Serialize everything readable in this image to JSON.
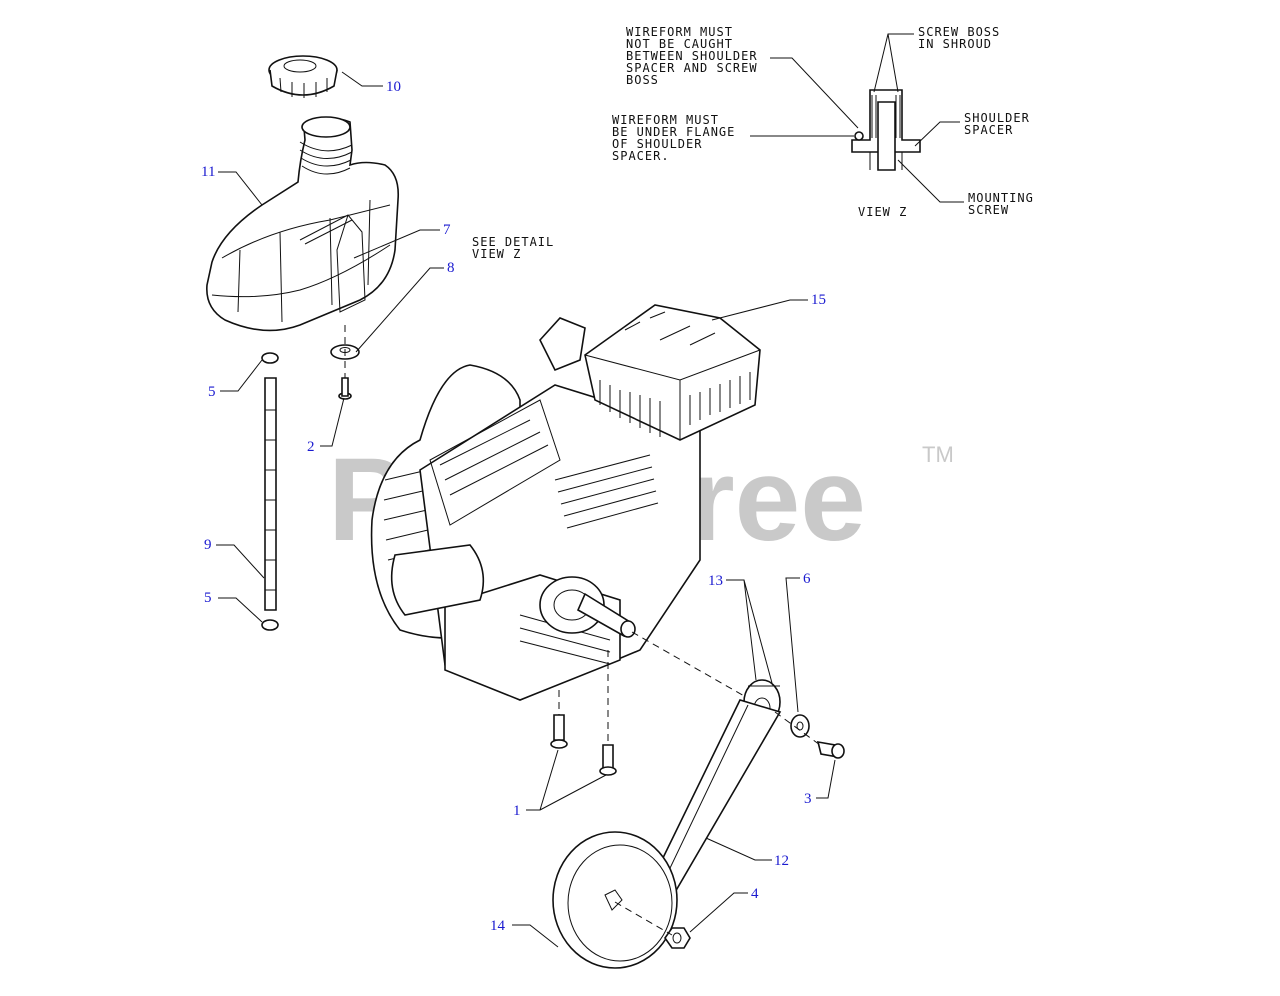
{
  "watermark": {
    "text": "PartsTree",
    "trademark": "TM"
  },
  "notes": {
    "wireform_caught": [
      "WIREFORM MUST",
      "NOT BE CAUGHT",
      "BETWEEN SHOULDER",
      "SPACER AND SCREW",
      "BOSS"
    ],
    "wireform_under": [
      "WIREFORM MUST",
      "BE UNDER FLANGE",
      "OF SHOULDER",
      "SPACER."
    ],
    "screw_boss": [
      "SCREW BOSS",
      "IN SHROUD"
    ],
    "shoulder_spacer": [
      "SHOULDER",
      "SPACER"
    ],
    "mounting_screw": [
      "MOUNTING",
      "SCREW"
    ],
    "view_z": "VIEW Z",
    "see_detail": [
      "SEE DETAIL",
      "VIEW Z"
    ]
  },
  "callouts": {
    "c10": "10",
    "c11": "11",
    "c7": "7",
    "c8": "8",
    "c15": "15",
    "c5a": "5",
    "c2": "2",
    "c9": "9",
    "c5b": "5",
    "c13": "13",
    "c6": "6",
    "c3": "3",
    "c1": "1",
    "c12": "12",
    "c4": "4",
    "c14": "14"
  },
  "colors": {
    "callout": "#1a1ad0",
    "line": "#111111",
    "watermark": "#c9c9c9"
  }
}
